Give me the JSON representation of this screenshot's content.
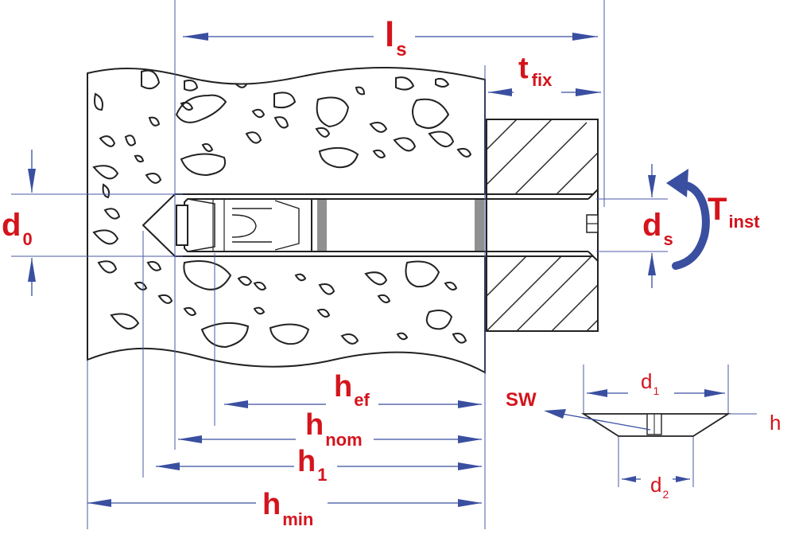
{
  "labels": {
    "ls": {
      "main": "l",
      "sub": "s"
    },
    "tfix": {
      "main": "t",
      "sub": "fix"
    },
    "d0": {
      "main": "d",
      "sub": "0"
    },
    "ds": {
      "main": "d",
      "sub": "s"
    },
    "tinst": {
      "main": "T",
      "sub": "inst"
    },
    "hef": {
      "main": "h",
      "sub": "ef"
    },
    "hnom": {
      "main": "h",
      "sub": "nom"
    },
    "h1": {
      "main": "h",
      "sub": "1"
    },
    "hmin": {
      "main": "h",
      "sub": "min"
    },
    "sw": "SW",
    "d1": {
      "main": "d",
      "sub": "1"
    },
    "d2": {
      "main": "d",
      "sub": "2"
    },
    "h": "h"
  },
  "colors": {
    "label_red": "#d4141c",
    "arrow_blue": "#3a4fa0",
    "dim_line": "#4a5aa6",
    "outline": "#222222"
  }
}
